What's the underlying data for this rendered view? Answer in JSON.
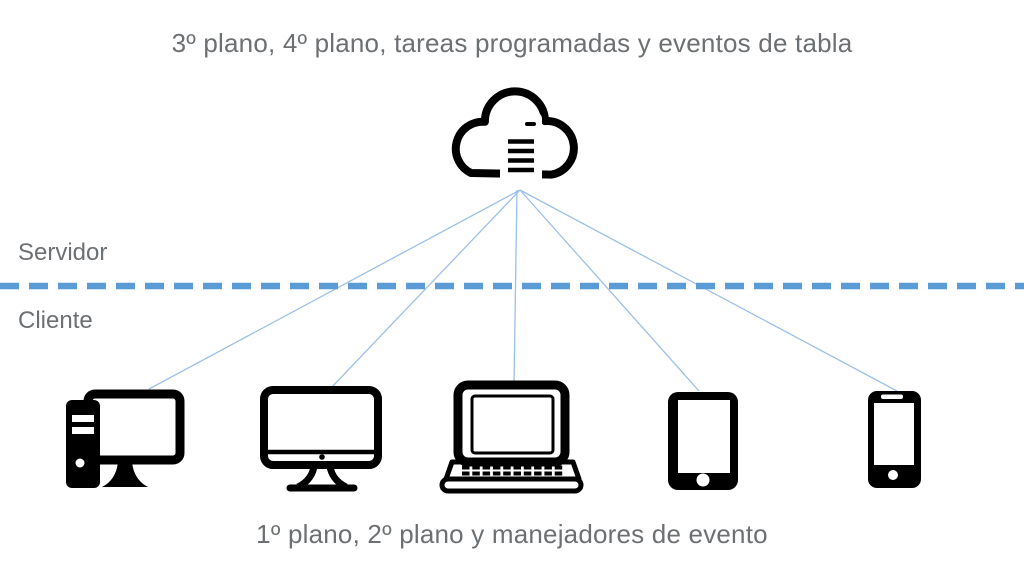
{
  "diagram": {
    "title": "3º plano, 4º plano, tareas programadas y eventos de tabla",
    "caption": "1º plano, 2º plano y manejadores de evento",
    "zones": {
      "server_label": "Servidor",
      "client_label": "Cliente"
    },
    "server": {
      "icon": "cloud-server-icon",
      "description_icon_names": [
        "cloud-icon",
        "server-tower-icon"
      ]
    },
    "devices": [
      {
        "icon": "desktop-pc-icon"
      },
      {
        "icon": "imac-monitor-icon"
      },
      {
        "icon": "laptop-icon"
      },
      {
        "icon": "tablet-icon"
      },
      {
        "icon": "smartphone-icon"
      }
    ],
    "connections_count": 5,
    "colors": {
      "connector_line": "#9cc0e8",
      "divider_dashed": "#5b9bd5",
      "device_icons": "#000000",
      "text": "#6d7073",
      "background": "#ffffff"
    }
  }
}
